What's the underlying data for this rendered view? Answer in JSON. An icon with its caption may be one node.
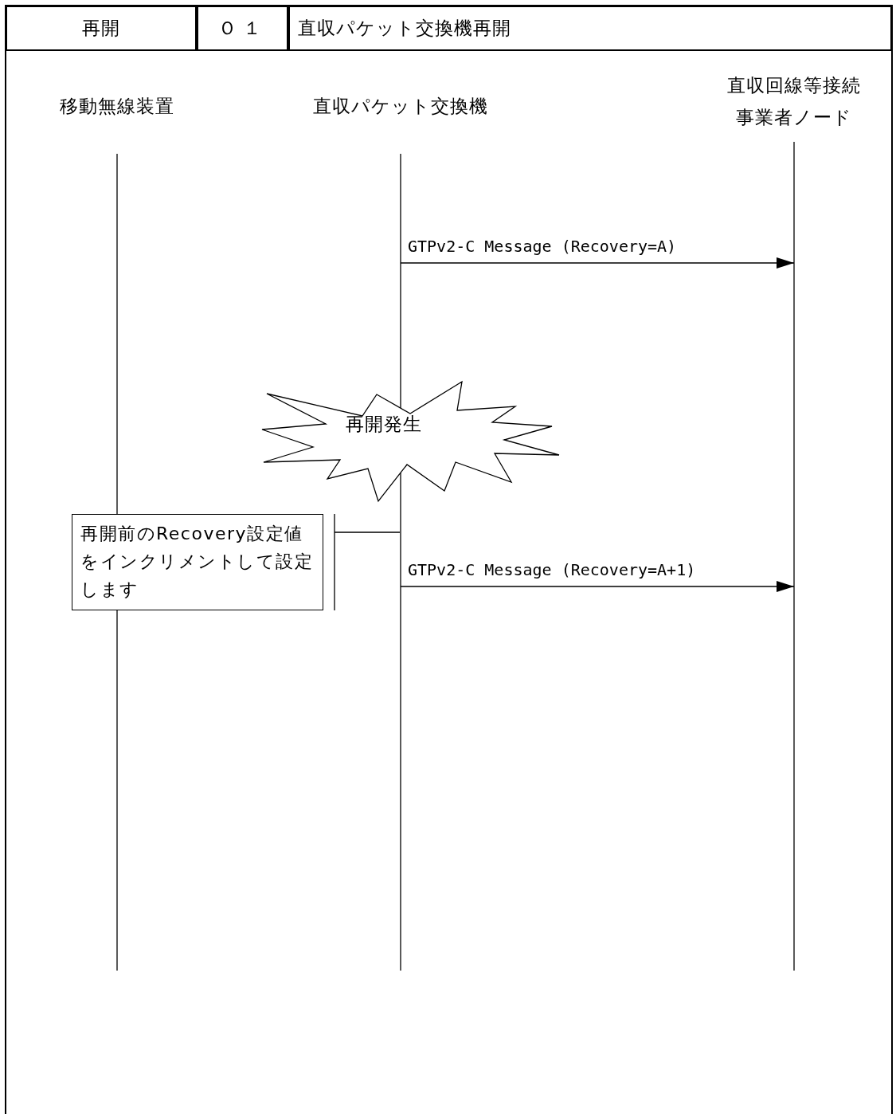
{
  "diagram": {
    "nodes": [
      {
        "text": [
          "移動無線装置"
        ]
      },
      {
        "text": [
          "直収パケット交換機"
        ]
      },
      {
        "text": [
          "直収回線等接続事業者ノード"
        ]
      },
      {
        "text": [
          "再開発生"
        ]
      },
      {
        "text": [
          "再開前のRecovery設定値をインクリメントして設定します"
        ]
      }
    ],
    "edges": [
      {
        "from": 1,
        "to": 2,
        "arrow": "to",
        "label": "GTPv2-C Message (Recovery=A)"
      },
      {
        "from": 4,
        "to": 1,
        "arrow": "none"
      },
      {
        "from": 1,
        "to": 2,
        "arrow": "to",
        "label": "GTPv2-C Message (Recovery=A+1)"
      }
    ],
    "labels": [
      "再開",
      "Ｏ１",
      "直収パケット交換機再開"
    ]
  }
}
